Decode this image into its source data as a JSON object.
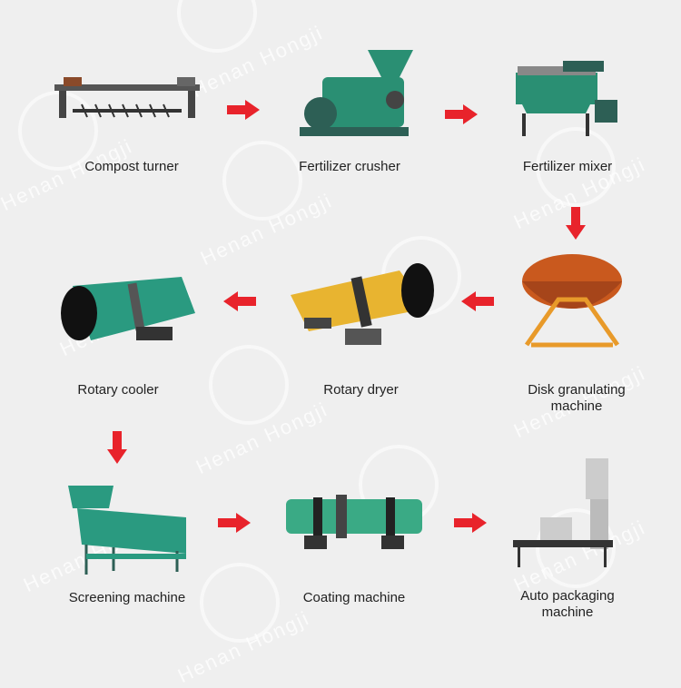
{
  "watermark": "Henan Hongji",
  "colors": {
    "arrow": "#e8232b",
    "green": "#2a8f73",
    "yellow": "#e8b430",
    "orange": "#c9591e"
  },
  "machines": [
    {
      "label": "Compost turner"
    },
    {
      "label": "Fertilizer crusher"
    },
    {
      "label": "Fertilizer mixer"
    },
    {
      "label": "Rotary cooler"
    },
    {
      "label": "Rotary dryer"
    },
    {
      "label": "Disk granulating machine"
    },
    {
      "label": "Screening machine"
    },
    {
      "label": "Coating machine"
    },
    {
      "label": "Auto packaging machine"
    }
  ]
}
